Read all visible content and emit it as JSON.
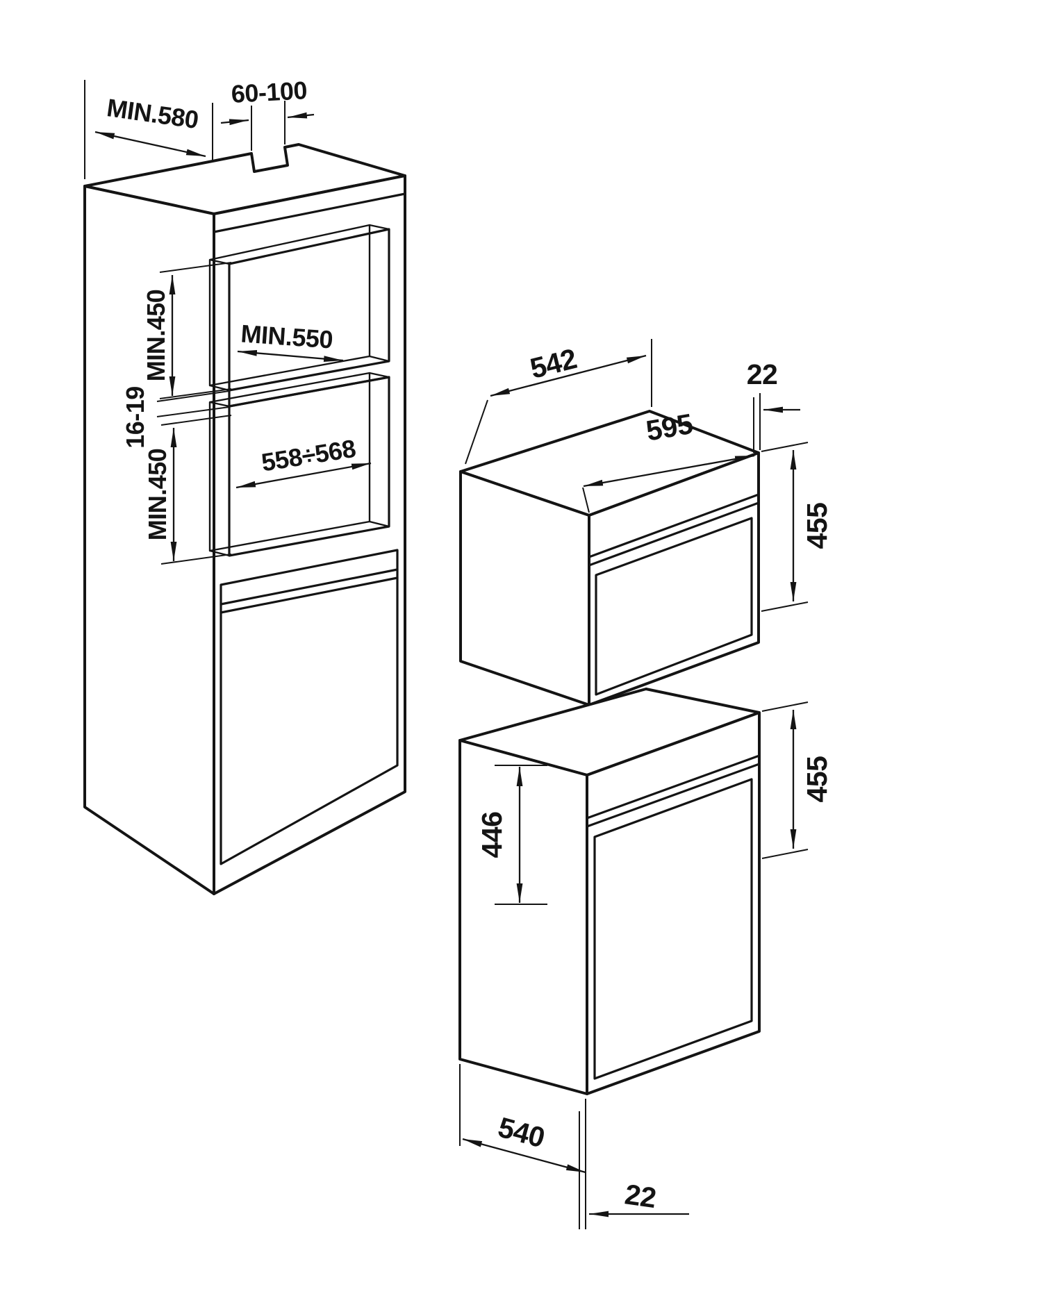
{
  "cabinet": {
    "depth_min": "MIN.580",
    "top_rear_gap": "60-100",
    "upper_niche_height_min": "MIN.450",
    "niche_depth_min": "MIN.550",
    "shelf_thickness": "16-19",
    "lower_niche_height_min": "MIN.450",
    "niche_width": "558÷568"
  },
  "upper_oven": {
    "depth": "542",
    "fascia_overhang": "22",
    "width": "595",
    "height": "455"
  },
  "lower_oven": {
    "body_height": "446",
    "height": "455",
    "depth": "540",
    "fascia_overhang": "22"
  }
}
